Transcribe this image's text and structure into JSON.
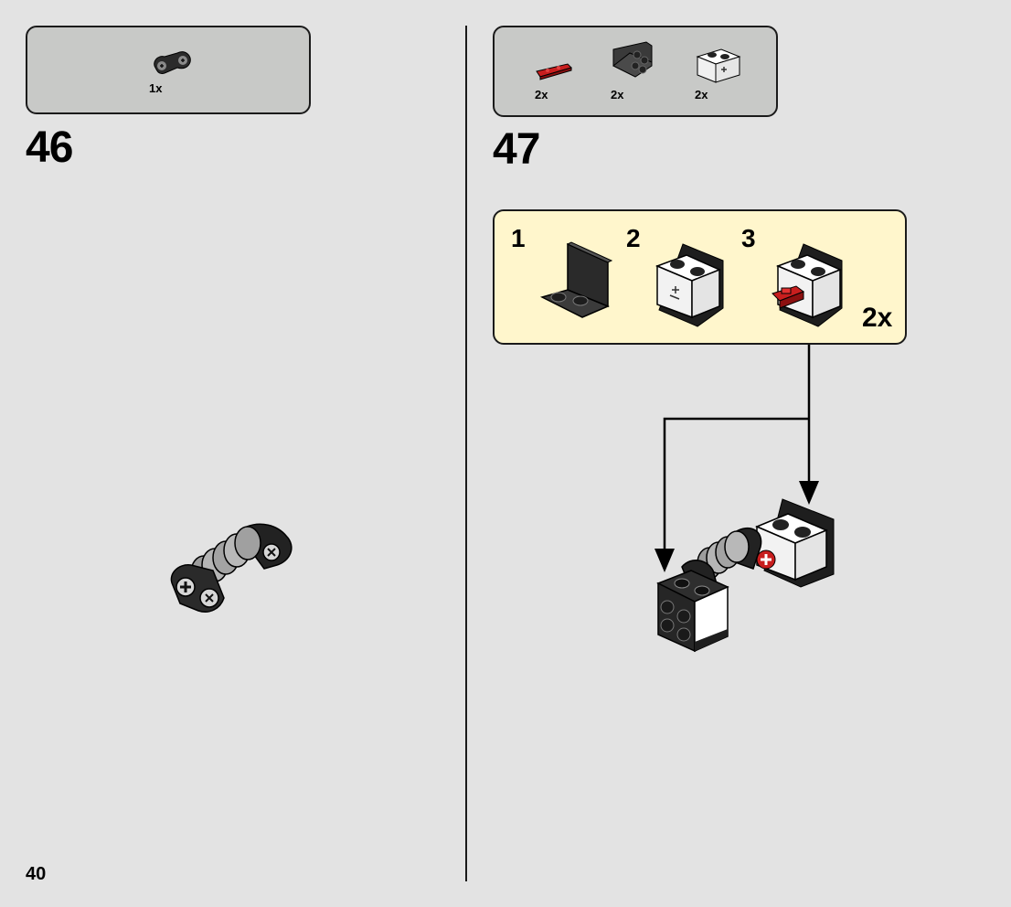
{
  "step46": {
    "number": "46",
    "parts": [
      {
        "name": "technic-connector-part",
        "quantity": "1x"
      }
    ]
  },
  "step47": {
    "number": "47",
    "parts": [
      {
        "name": "red-plate-part",
        "quantity": "2x"
      },
      {
        "name": "dark-bracket-part",
        "quantity": "2x"
      },
      {
        "name": "white-brick-part",
        "quantity": "2x"
      }
    ],
    "subassembly": {
      "steps": [
        "1",
        "2",
        "3"
      ],
      "multiplier": "2x"
    }
  },
  "page": {
    "number": "40"
  },
  "colors": {
    "page_bg": "#e3e3e3",
    "parts_box_bg": "#c8c9c7",
    "subassembly_bg": "#fff6cc",
    "accent_red": "#c81e1e",
    "dark_part": "#2b2b2b"
  }
}
